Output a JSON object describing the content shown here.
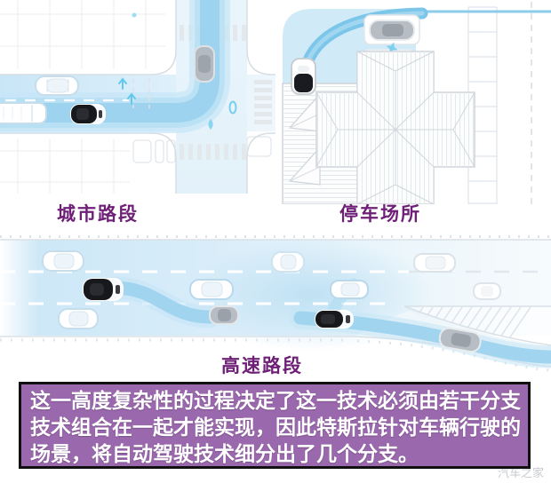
{
  "sections": {
    "city": {
      "label": "城市路段"
    },
    "parking": {
      "label": "停车场所"
    },
    "highway": {
      "label": "高速路段"
    }
  },
  "caption": {
    "lines": [
      "这一高度复杂性的过程决定了这一技术必须由若干分支",
      "技术组合在一起才能实现，因此特斯拉针对车辆行驶的",
      "场景，将自动驾驶技术细分出了几个分支。"
    ],
    "background": "#9a68ac",
    "border_color": "#101010",
    "text_color": "#ffffff"
  },
  "labels": {
    "color": "#6e2077"
  },
  "palette": {
    "route_blue": "#9cd3ee",
    "route_glow": "#c4e5f6",
    "road_blue": "#cfe9f8",
    "accent_cyan": "#6fcdef",
    "car_gray": "#b7bdc4",
    "car_black": "#17181c",
    "line_gray": "#d9e0e6"
  },
  "watermark": {
    "text": "汽车之家"
  }
}
